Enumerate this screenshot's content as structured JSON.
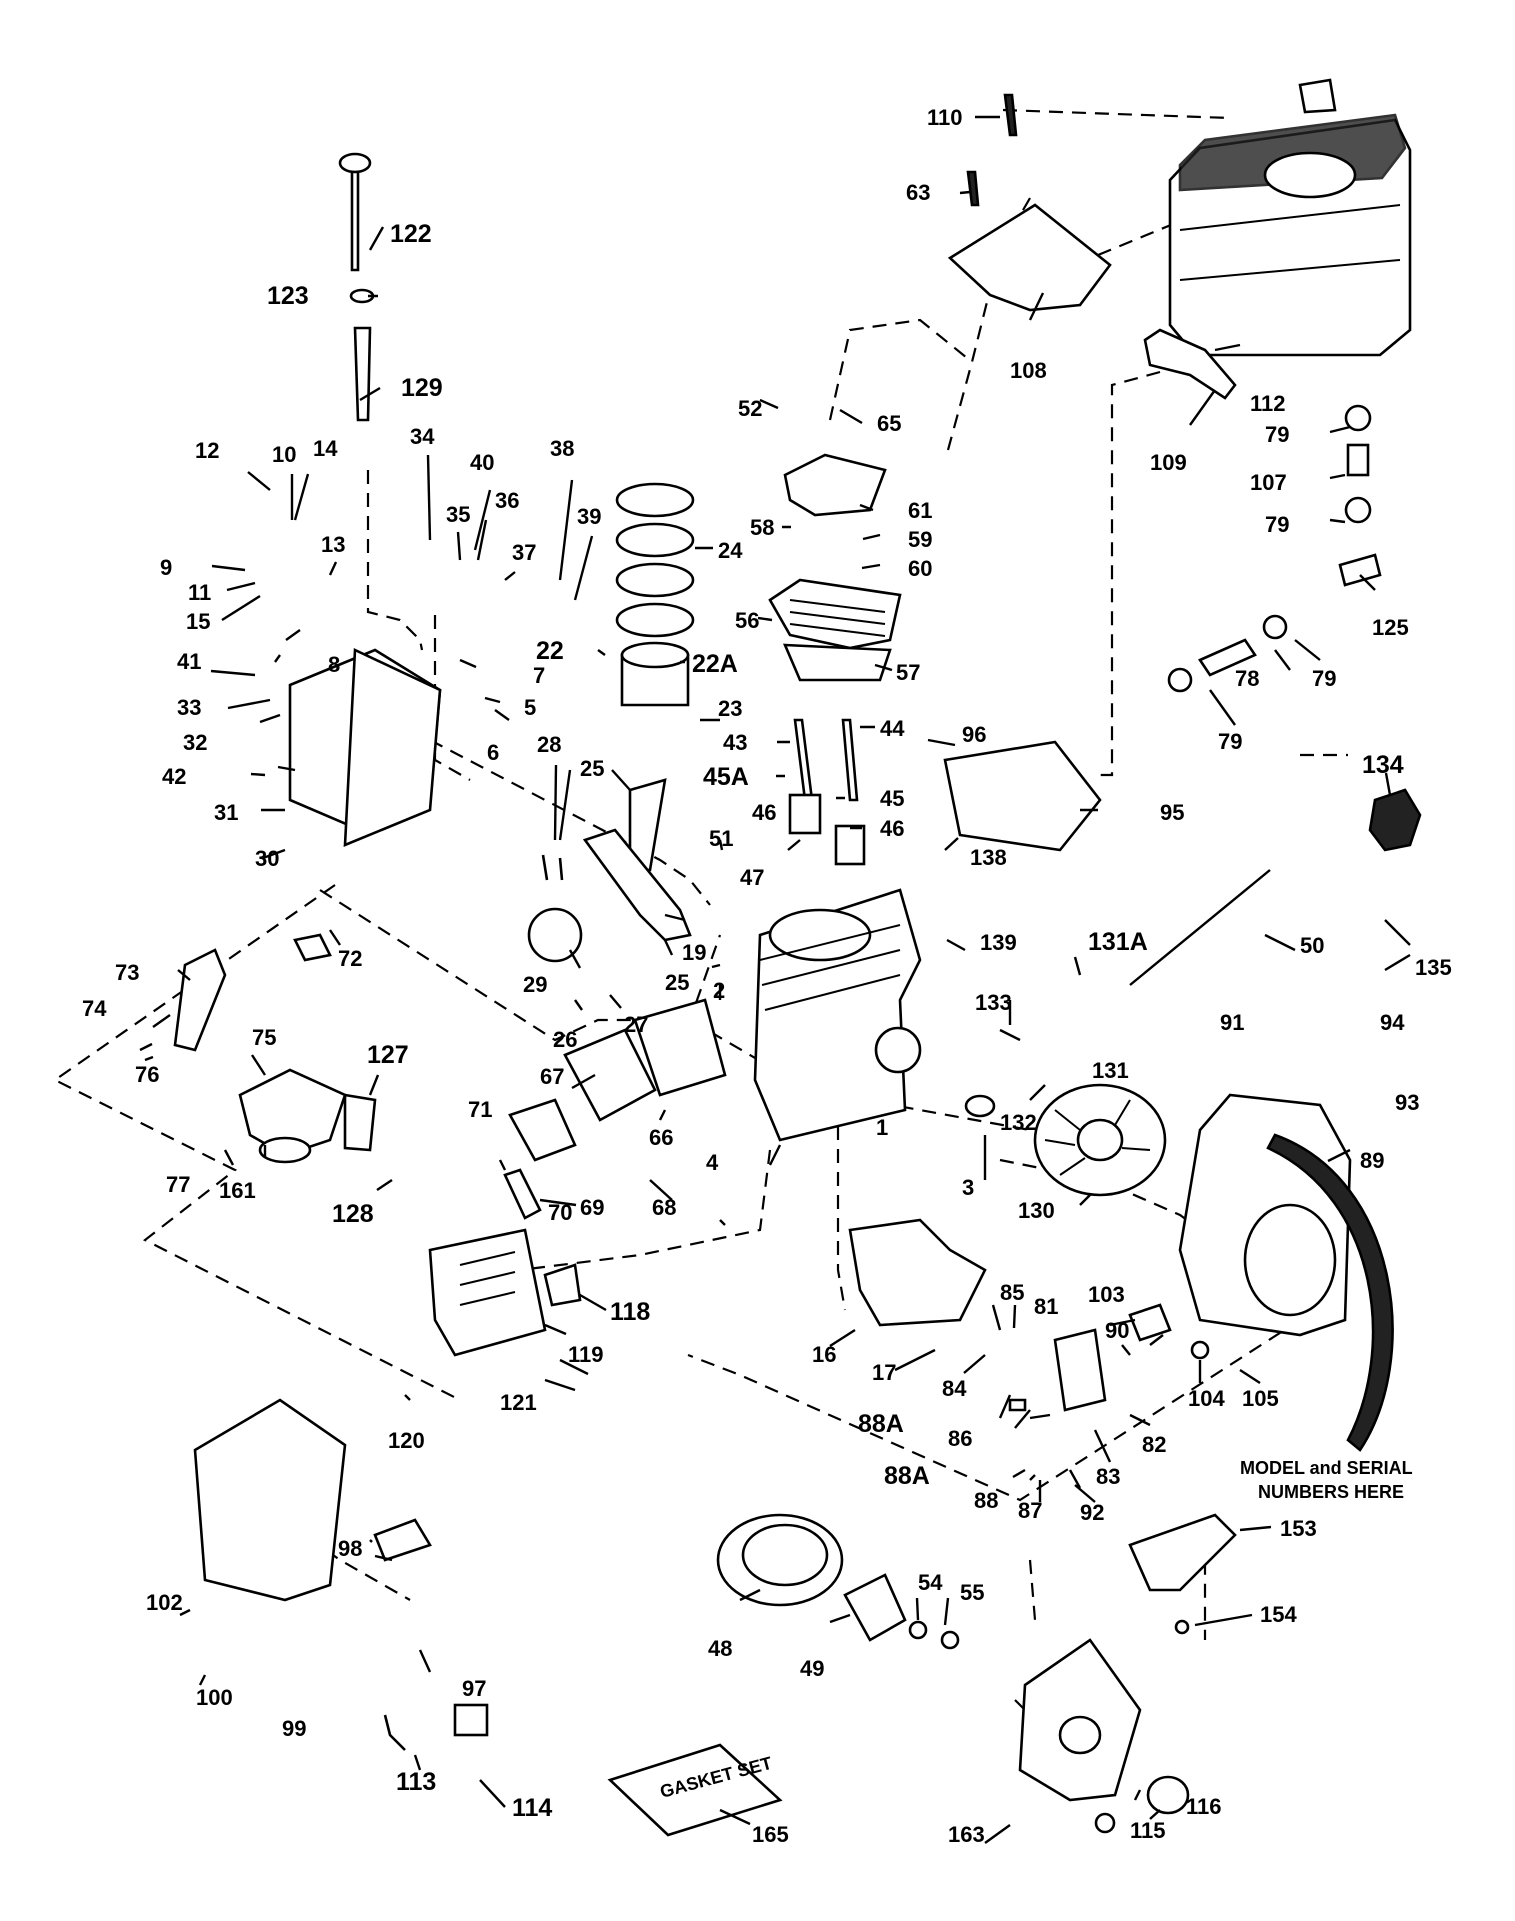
{
  "diagram": {
    "labels": [
      "110",
      "63",
      "108",
      "112",
      "109",
      "79",
      "107",
      "79",
      "125",
      "78",
      "79",
      "79",
      "134",
      "135",
      "65",
      "52",
      "61",
      "58",
      "59",
      "60",
      "56",
      "57",
      "24",
      "22",
      "22A",
      "23",
      "44",
      "43",
      "45A",
      "45",
      "46",
      "46",
      "51",
      "47",
      "96",
      "95",
      "138",
      "50",
      "131A",
      "139",
      "133",
      "131",
      "132",
      "122",
      "123",
      "129",
      "12",
      "10",
      "14",
      "34",
      "40",
      "38",
      "36",
      "35",
      "39",
      "37",
      "9",
      "11",
      "13",
      "15",
      "41",
      "8",
      "33",
      "32",
      "7",
      "5",
      "6",
      "42",
      "31",
      "30",
      "28",
      "25",
      "25",
      "19",
      "29",
      "27",
      "26",
      "2",
      "72",
      "73",
      "74",
      "75",
      "76",
      "127",
      "77",
      "161",
      "128",
      "67",
      "71",
      "66",
      "69",
      "68",
      "70",
      "4",
      "1",
      "3",
      "130",
      "91",
      "94",
      "93",
      "89",
      "118",
      "119",
      "121",
      "120",
      "16",
      "17",
      "84",
      "85",
      "81",
      "103",
      "90",
      "104",
      "105",
      "88A",
      "86",
      "82",
      "83",
      "88A",
      "88",
      "87",
      "92",
      "153",
      "154",
      "98",
      "102",
      "97",
      "48",
      "49",
      "54",
      "55",
      "100",
      "99",
      "113",
      "114",
      "163",
      "116",
      "115",
      "165"
    ],
    "note_line1": "MODEL and SERIAL",
    "note_line2": "NUMBERS HERE",
    "gasket_text": "GASKET SET"
  }
}
